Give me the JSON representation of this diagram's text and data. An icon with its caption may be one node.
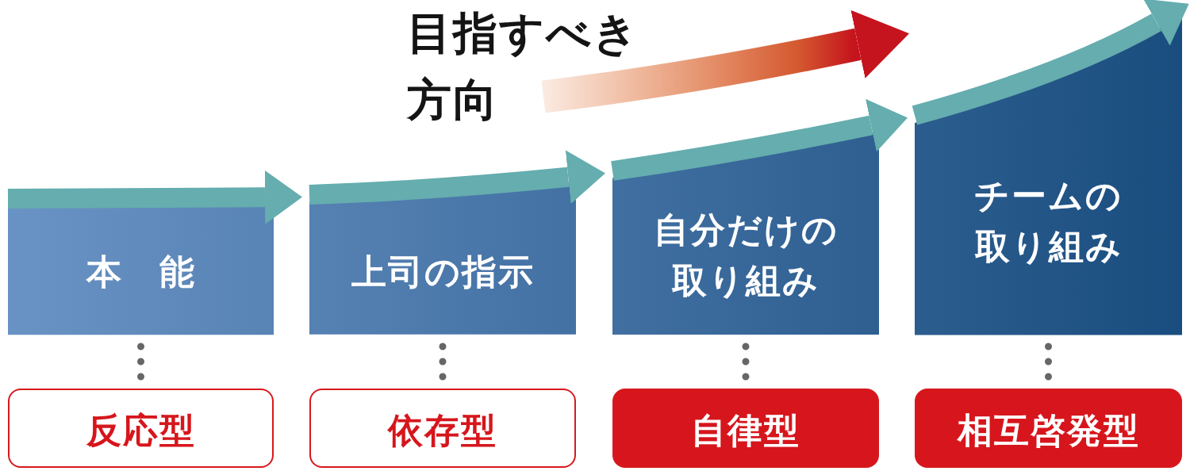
{
  "diagram": {
    "nodes": [
      {
        "text": [
          "本　能"
        ]
      },
      {
        "text": [
          "上司の指示"
        ]
      },
      {
        "text": [
          "自分だけの取り組み"
        ]
      },
      {
        "text": [
          "チームの取り組み"
        ]
      },
      {
        "text": [
          "反応型"
        ]
      },
      {
        "text": [
          "依存型"
        ]
      },
      {
        "text": [
          "自律型"
        ]
      },
      {
        "text": [
          "相互啓発型"
        ]
      }
    ],
    "edges": [
      {
        "from": 0,
        "to": 1,
        "arrow": "to",
        "style": "thick",
        "color": "#65adae"
      },
      {
        "from": 1,
        "to": 2,
        "arrow": "to",
        "style": "thick",
        "color": "#65adae"
      },
      {
        "from": 2,
        "to": 3,
        "arrow": "to",
        "style": "thick",
        "color": "#65adae"
      },
      {
        "from": null,
        "to": 3,
        "arrow": "to",
        "style": "thick",
        "color": "#c5141d",
        "label": "目指すべき方向"
      },
      {
        "from": 0,
        "to": 4,
        "arrow": "none",
        "style": "dashed"
      },
      {
        "from": 1,
        "to": 5,
        "arrow": "none",
        "style": "dashed"
      },
      {
        "from": 2,
        "to": 6,
        "arrow": "none",
        "style": "dashed"
      },
      {
        "from": 3,
        "to": 7,
        "arrow": "none",
        "style": "dashed"
      }
    ]
  }
}
